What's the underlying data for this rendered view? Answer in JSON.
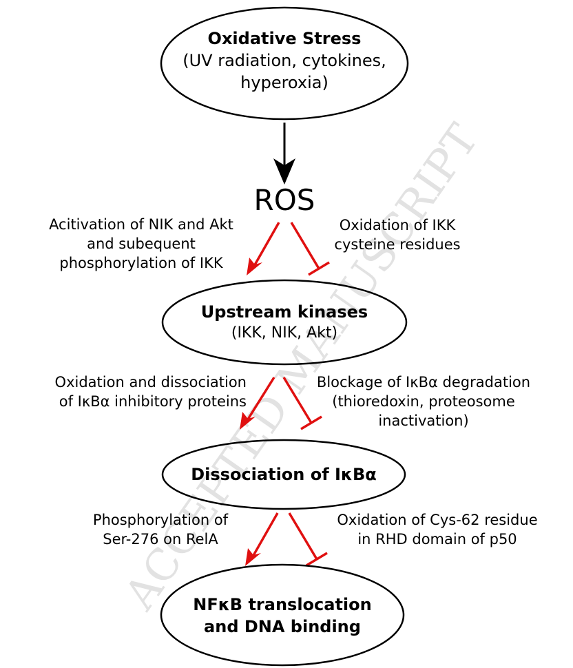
{
  "nodes": {
    "oxidative_stress": {
      "title": "Oxidative Stress",
      "line2": "(UV radiation, cytokines,",
      "line3": "hyperoxia)"
    },
    "ros": {
      "label": "ROS"
    },
    "upstream_kinases": {
      "title": "Upstream kinases",
      "line2": "(IKK, NIK, Akt)"
    },
    "dissociation": {
      "title": "Dissociation of IκBα"
    },
    "nfkb": {
      "line1": "NFκB translocation",
      "line2": "and DNA binding"
    }
  },
  "edge_labels": {
    "activation": {
      "line1": "Acitivation of NIK and Akt",
      "line2": "and subequent",
      "line3": "phosphorylation of IKK"
    },
    "ikk_oxidation": {
      "line1": "Oxidation of IKK",
      "line2": "cysteine residues"
    },
    "ikba_oxidation": {
      "line1": "Oxidation and dissociation",
      "line2": "of IκBα inhibitory proteins"
    },
    "blockage": {
      "line1": "Blockage of  IκBα degradation",
      "line2": "(thioredoxin, proteosome",
      "line3": "inactivation)"
    },
    "phosphorylation": {
      "line1": "Phosphorylation of",
      "line2": "Ser-276 on RelA"
    },
    "cys62": {
      "line1": "Oxidation of  Cys-62 residue",
      "line2": "in RHD domain of  p50"
    }
  },
  "watermark": {
    "text": "ACCEPTED MANUSCRIPT"
  },
  "colors": {
    "activate": "#e01010",
    "inhibit": "#e01010",
    "main_arrow": "#000000",
    "watermark": "#dcdcdc"
  }
}
